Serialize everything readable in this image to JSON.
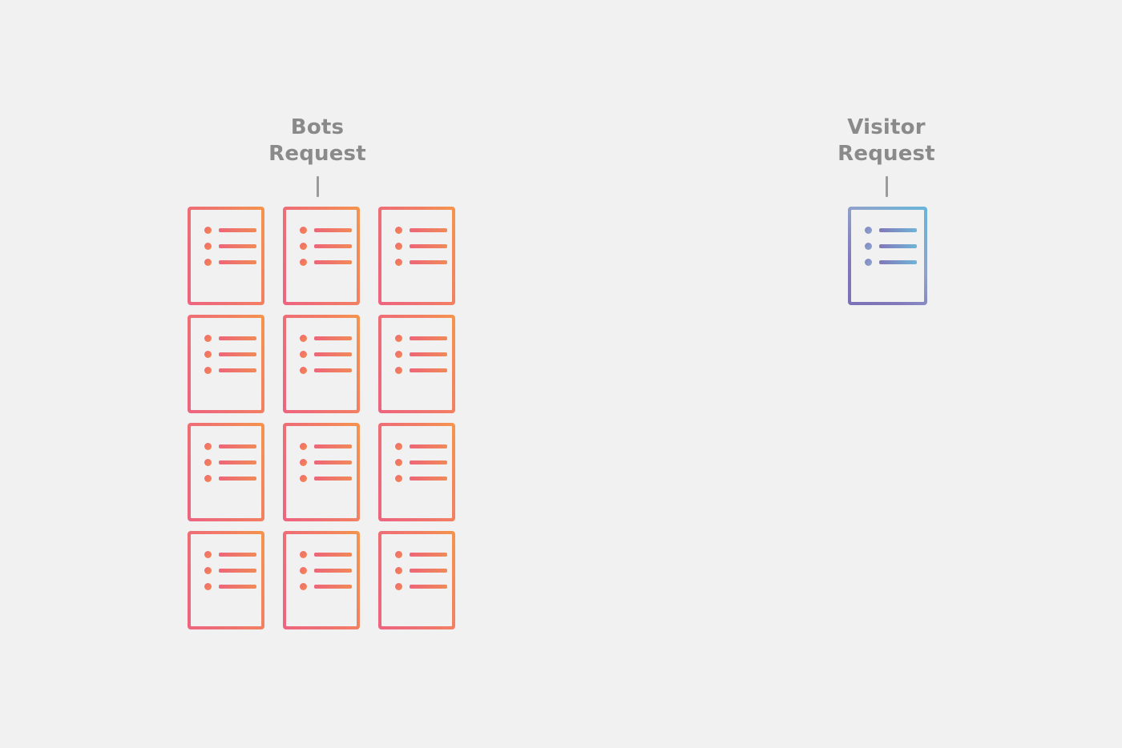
{
  "background_color": "#f1f1f1",
  "groups": [
    {
      "id": "bots",
      "title": "Bots\nRequest",
      "title_line1": "Bots",
      "title_line2": "Request",
      "color_start": "#ed647f",
      "color_end": "#f4954c",
      "card_count": 12,
      "rows": 4,
      "columns": 3,
      "connector": "vertical-line"
    },
    {
      "id": "visitor",
      "title": "Visitor\nRequest",
      "title_line1": "Visitor",
      "title_line2": "Request",
      "color_start": "#7a71b6",
      "color_end": "#67b6da",
      "card_count": 1,
      "rows": 1,
      "columns": 1,
      "connector": "vertical-line"
    }
  ],
  "document_card": {
    "icon": "document-list-icon",
    "bullet_count": 3,
    "line_count": 3
  },
  "text_color": "#8a8a8a",
  "connector_color": "#9b9b9b"
}
